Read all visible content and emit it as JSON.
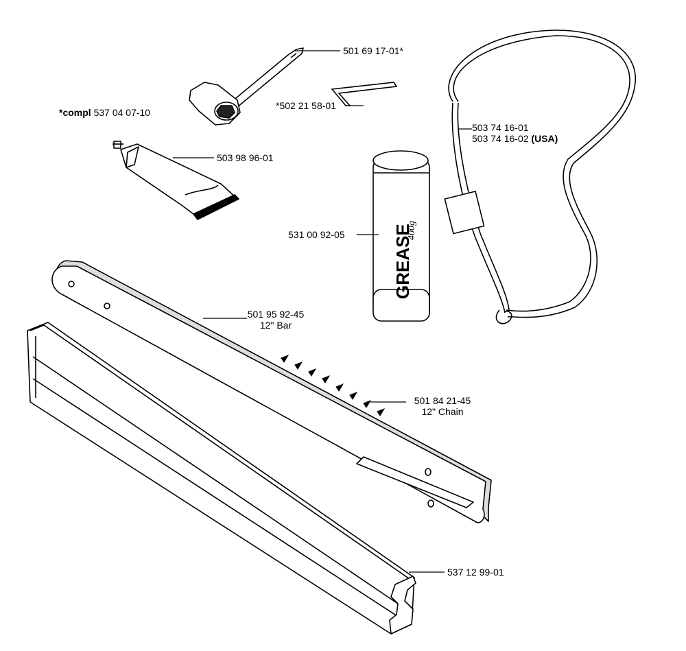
{
  "labels": {
    "wrench": "501 69 17-01*",
    "compl_prefix": "*compl",
    "compl_number": "537 04 07-10",
    "allen_key": "*502 21 58-01",
    "harness_1": "503 74 16-01",
    "harness_2_number": "503 74 16-02",
    "harness_2_suffix": "(USA)",
    "tube": "503 98 96-01",
    "grease": "531 00 92-05",
    "bar_number": "501 95 92-45",
    "bar_desc": "12\" Bar",
    "chain_number": "501 84 21-45",
    "chain_desc": "12\" Chain",
    "guard": "537 12 99-01"
  },
  "grease_can": {
    "brand": "GREASE",
    "weight": "400g"
  }
}
